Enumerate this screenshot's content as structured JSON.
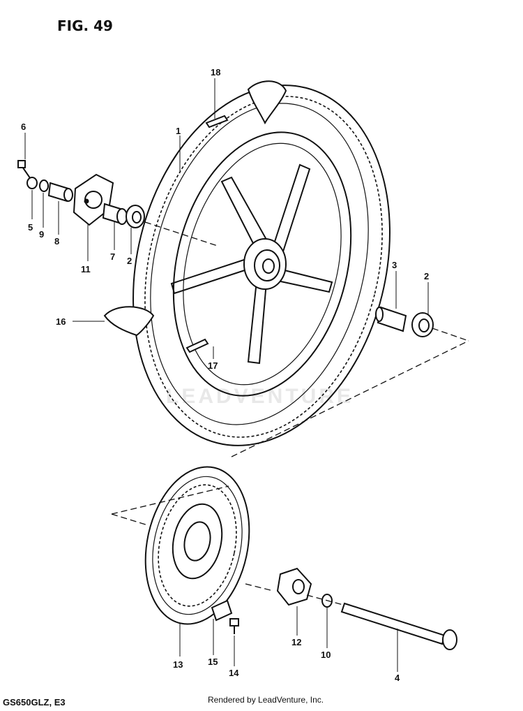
{
  "figure": {
    "title": "FIG. 49",
    "model_code": "GS650GLZ, E3",
    "footer": "Rendered by LeadVenture, Inc.",
    "watermark": "LEADVENTURE"
  },
  "callouts": {
    "c1": "1",
    "c2a": "2",
    "c2b": "2",
    "c3": "3",
    "c4": "4",
    "c5": "5",
    "c6": "6",
    "c7": "7",
    "c8": "8",
    "c9": "9",
    "c10": "10",
    "c11": "11",
    "c12": "12",
    "c13": "13",
    "c14": "14",
    "c15": "15",
    "c16": "16",
    "c17": "17",
    "c18": "18"
  }
}
